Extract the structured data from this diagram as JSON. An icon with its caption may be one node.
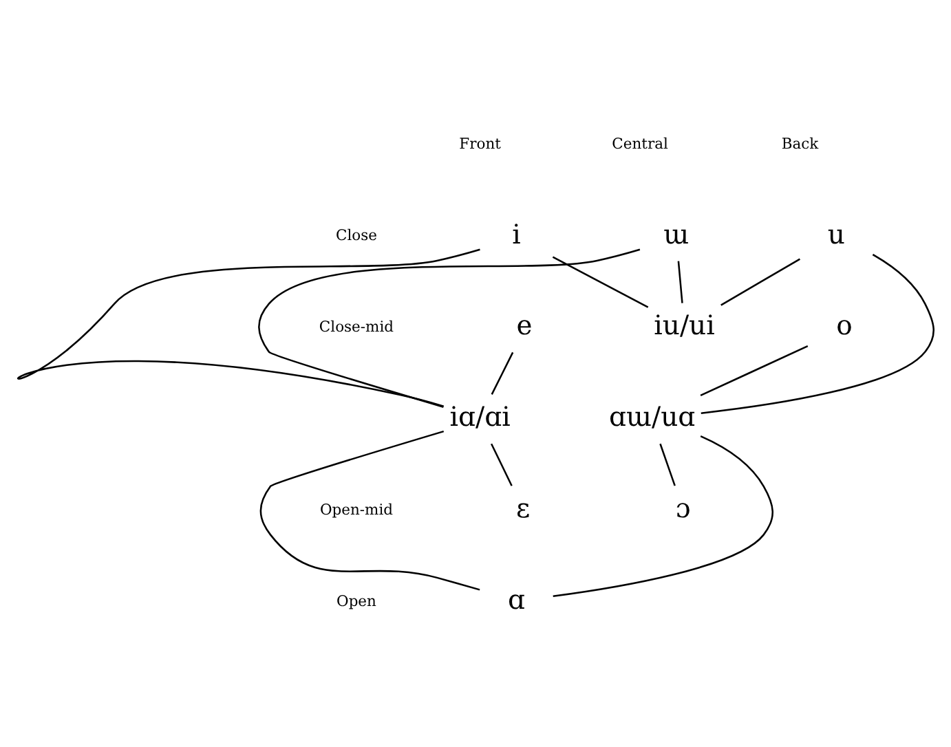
{
  "diagram": {
    "nodes": [
      {
        "text": [
          "i"
        ]
      },
      {
        "text": [
          "ɯ"
        ]
      },
      {
        "text": [
          "u"
        ]
      },
      {
        "text": [
          "e"
        ]
      },
      {
        "text": [
          "iu/ui"
        ]
      },
      {
        "text": [
          "o"
        ]
      },
      {
        "text": [
          "iɑ/ɑi"
        ]
      },
      {
        "text": [
          "ɑɯ/uɑ"
        ]
      },
      {
        "text": [
          "ɛ"
        ]
      },
      {
        "text": [
          "ɔ"
        ]
      },
      {
        "text": [
          "ɑ"
        ]
      }
    ],
    "edges": [
      {
        "from": 0,
        "to": 4,
        "arrow": "none"
      },
      {
        "from": 0,
        "to": 6,
        "arrow": "none"
      },
      {
        "from": 1,
        "to": 6,
        "arrow": "none"
      },
      {
        "from": 1,
        "to": 4,
        "arrow": "none"
      },
      {
        "from": 2,
        "to": 4,
        "arrow": "none"
      },
      {
        "from": 2,
        "to": 7,
        "arrow": "none"
      },
      {
        "from": 3,
        "to": 6,
        "arrow": "none"
      },
      {
        "from": 5,
        "to": 7,
        "arrow": "none"
      },
      {
        "from": 6,
        "to": 8,
        "arrow": "none"
      },
      {
        "from": 6,
        "to": 10,
        "arrow": "none"
      },
      {
        "from": 7,
        "to": 10,
        "arrow": "none"
      },
      {
        "from": 7,
        "to": 9,
        "arrow": "none"
      }
    ],
    "labels": [
      "Front",
      "Central",
      "Back",
      "Close",
      "Close-mid",
      "Open-mid",
      "Open"
    ]
  }
}
